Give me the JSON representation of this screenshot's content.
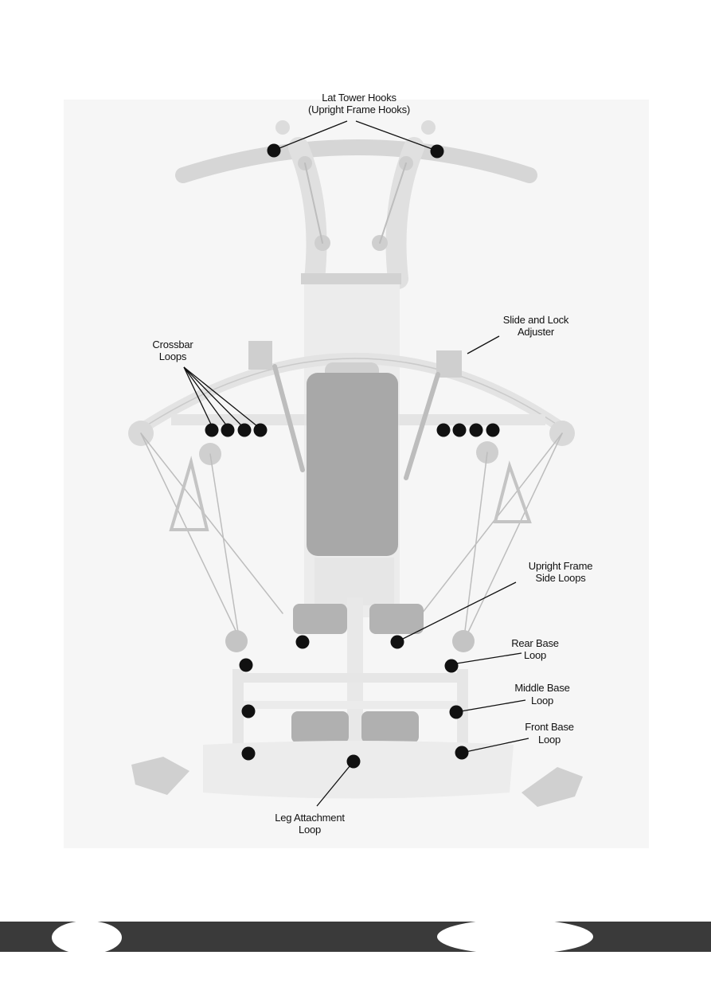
{
  "labels": {
    "lat_tower_hooks": [
      "Lat Tower Hooks",
      "(Upright Frame Hooks)"
    ],
    "slide_lock": [
      "Slide and Lock",
      "Adjuster"
    ],
    "crossbar_loops": [
      "Crossbar",
      "Loops"
    ],
    "upright_side": [
      "Upright Frame",
      "Side Loops"
    ],
    "rear_base": [
      "Rear Base",
      "Loop"
    ],
    "middle_base": [
      "Middle Base",
      "Loop"
    ],
    "front_base": [
      "Front Base",
      "Loop"
    ],
    "leg_attach": [
      "Leg Attachment",
      "Loop"
    ]
  },
  "colors": {
    "marker": "#111111",
    "machine": "#d9d9d9",
    "pad": "#9a9a9a",
    "footer": "#3a3a3a"
  }
}
